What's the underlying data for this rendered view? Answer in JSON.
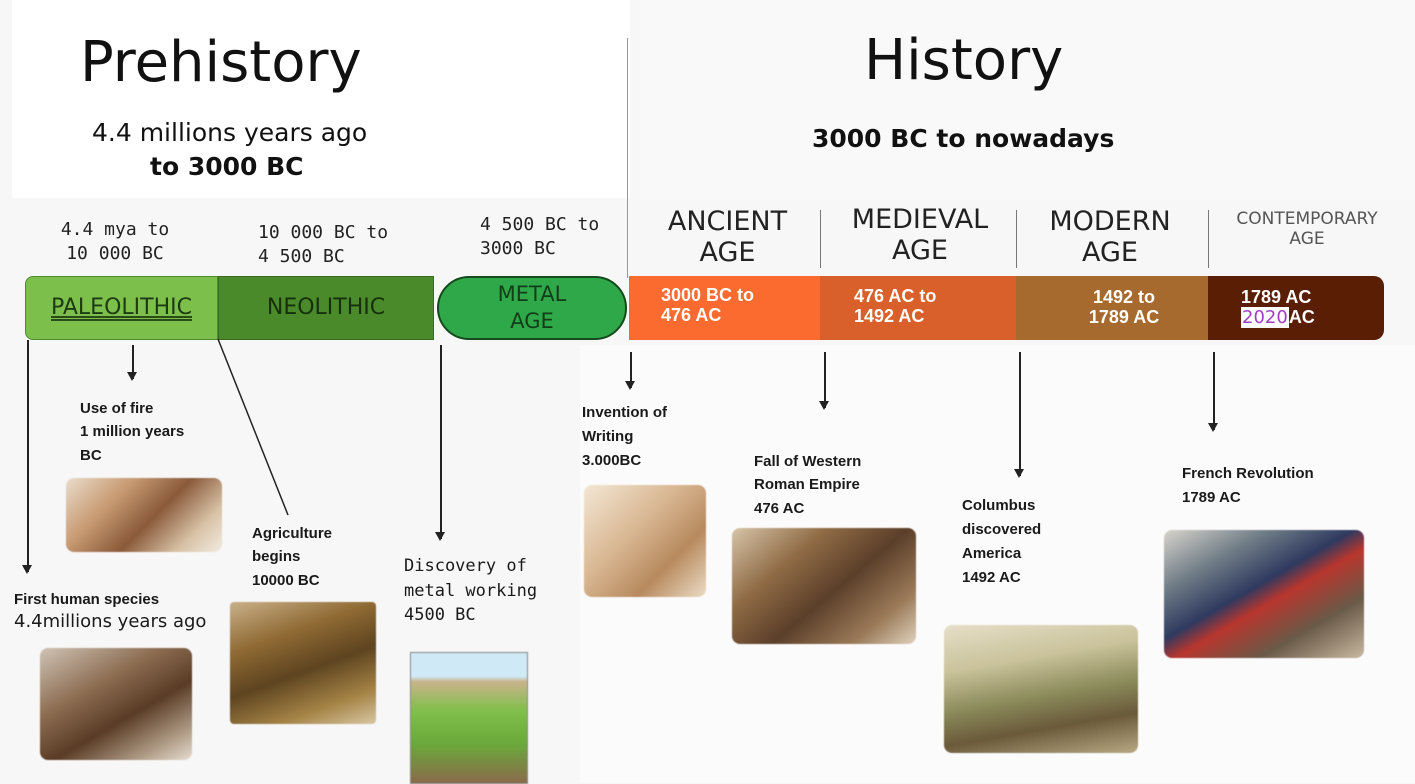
{
  "prehistory": {
    "title": "Prehistory",
    "range_line1": "4.4 millions years ago",
    "range_line2": "to 3000 BC"
  },
  "history": {
    "title": "History",
    "range": "3000 BC to nowadays"
  },
  "periods": [
    {
      "name": "PALEOLITHIC",
      "dates_line1": "4.4 mya to",
      "dates_line2": "10 000 BC",
      "color": "#7cc04b"
    },
    {
      "name": "NEOLITHIC",
      "dates_line1": "10 000 BC to",
      "dates_line2": "4 500 BC",
      "color": "#4b8a2a"
    },
    {
      "name_line1": "METAL",
      "name_line2": "AGE",
      "dates_line1": "4 500 BC to",
      "dates_line2": "3000 BC",
      "color": "#2fa84a"
    }
  ],
  "ages": [
    {
      "name_line1": "ANCIENT",
      "name_line2": "AGE",
      "dates_line1": "3000 BC to",
      "dates_line2": "476 AC",
      "color": "#fb6a2e"
    },
    {
      "name_line1": "MEDIEVAL",
      "name_line2": "AGE",
      "dates_line1": "476 AC to",
      "dates_line2": "1492 AC",
      "color": "#d9602a"
    },
    {
      "name_line1": "MODERN",
      "name_line2": "AGE",
      "dates_line1": "1492 to",
      "dates_line2": "1789 AC",
      "color": "#a6692e"
    },
    {
      "name_line1": "CONTEMPORARY",
      "name_line2": "AGE",
      "dates_line1": "1789 AC",
      "dates_line2_highlight": "2020",
      "dates_line2_suffix": "AC",
      "color": "#5a1e05"
    }
  ],
  "events": [
    {
      "line1": "Use of fire",
      "line2": "1 million years",
      "line3": "BC"
    },
    {
      "line1": "First human species",
      "line2": "4.4millions years ago"
    },
    {
      "line1": "Agriculture",
      "line2": "begins",
      "line3": "10000 BC"
    },
    {
      "line1": "Discovery of",
      "line2": "metal working",
      "line3": "4500 BC"
    },
    {
      "line1": "Invention of",
      "line2": "Writing",
      "line3": "3.000BC"
    },
    {
      "line1": "Fall of Western",
      "line2": "Roman Empire",
      "line3": "476 AC"
    },
    {
      "line1": "Columbus",
      "line2": "discovered",
      "line3": "America",
      "line4": "1492 AC"
    },
    {
      "line1": "French Revolution",
      "line2": "1789 AC"
    }
  ]
}
